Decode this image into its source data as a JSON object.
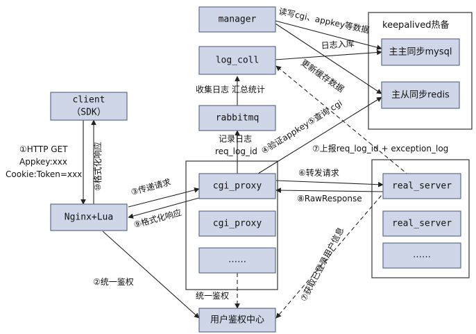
{
  "nodes": {
    "manager": "manager",
    "log_coll": "log_coll",
    "rabbitmq": "rabbitmq",
    "client_line1": "client",
    "client_line2": "（SDK）",
    "nginx": "Nginx+Lua",
    "cgi_proxy_1": "cgi_proxy",
    "cgi_proxy_2": "cgi_proxy",
    "cgi_proxy_more": "……",
    "real_server_1": "real_server",
    "real_server_2": "real_server",
    "real_server_more": "……",
    "auth_center": "用户鉴权中心",
    "keepalived_title": "keepalived热备",
    "mysql": "主主同步mysql",
    "redis": "主从同步redis"
  },
  "labels": {
    "rw_cgi_appkey": "读写cgi、appkey等数据",
    "log_ingest": "日志入库",
    "update_cache": "更新缓存数据",
    "collect_log": "收集日志  汇总统计",
    "record_log_1": "记录日志",
    "record_log_2": "req_log_id",
    "verify_appkey": "④验证appkey⑤查询 cgi",
    "report_log": "⑦上报req_log_id + exception_log",
    "forward_request": "⑥转发请求",
    "raw_response": "⑧RawResponse",
    "pass_request": "③传递请求",
    "format_response_9": "⑨格式化响应",
    "format_response_10": "⑩格式化响应",
    "http_get": "①HTTP GET",
    "appkey": "Appkey:xxx",
    "cookie": "Cookie:Token=xxx",
    "unified_auth_2": "②统一鉴权",
    "unified_auth": "统一鉴权",
    "fetch_user_info": "⑦获取已登录用户信息"
  }
}
